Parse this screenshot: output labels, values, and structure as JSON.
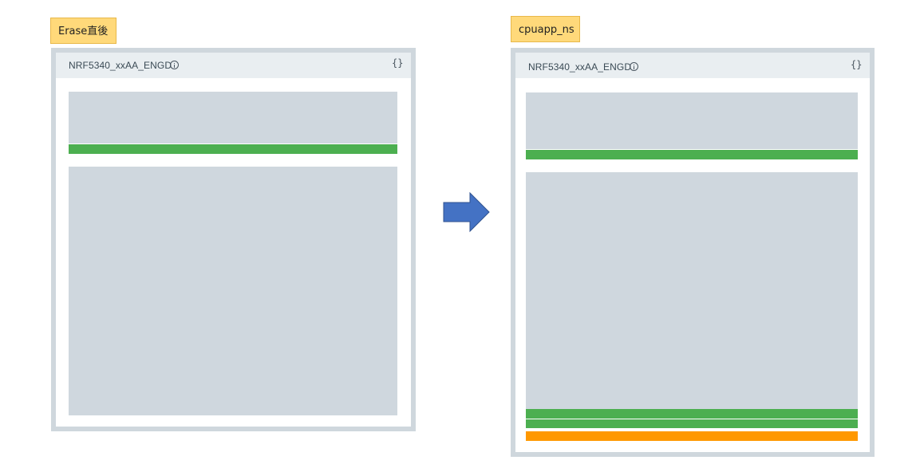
{
  "left_view": {
    "label": "Erase直後",
    "device_name": "NRF5340_xxAA_ENGD",
    "info_icon": "info-circle-icon",
    "json_icon": "braces-icon",
    "braces_glyph": "{}"
  },
  "right_view": {
    "label": "cpuapp_ns",
    "device_name": "NRF5340_xxAA_ENGD",
    "info_icon": "info-circle-icon",
    "json_icon": "braces-icon",
    "braces_glyph": "{}"
  },
  "colors": {
    "region": "#cfd7de",
    "green": "#4caf50",
    "orange": "#ff9800",
    "arrow_fill": "#4472c4",
    "arrow_stroke": "#2f528f",
    "tag_fill": "#ffd97a"
  },
  "transition_icon": "right-arrow-icon"
}
